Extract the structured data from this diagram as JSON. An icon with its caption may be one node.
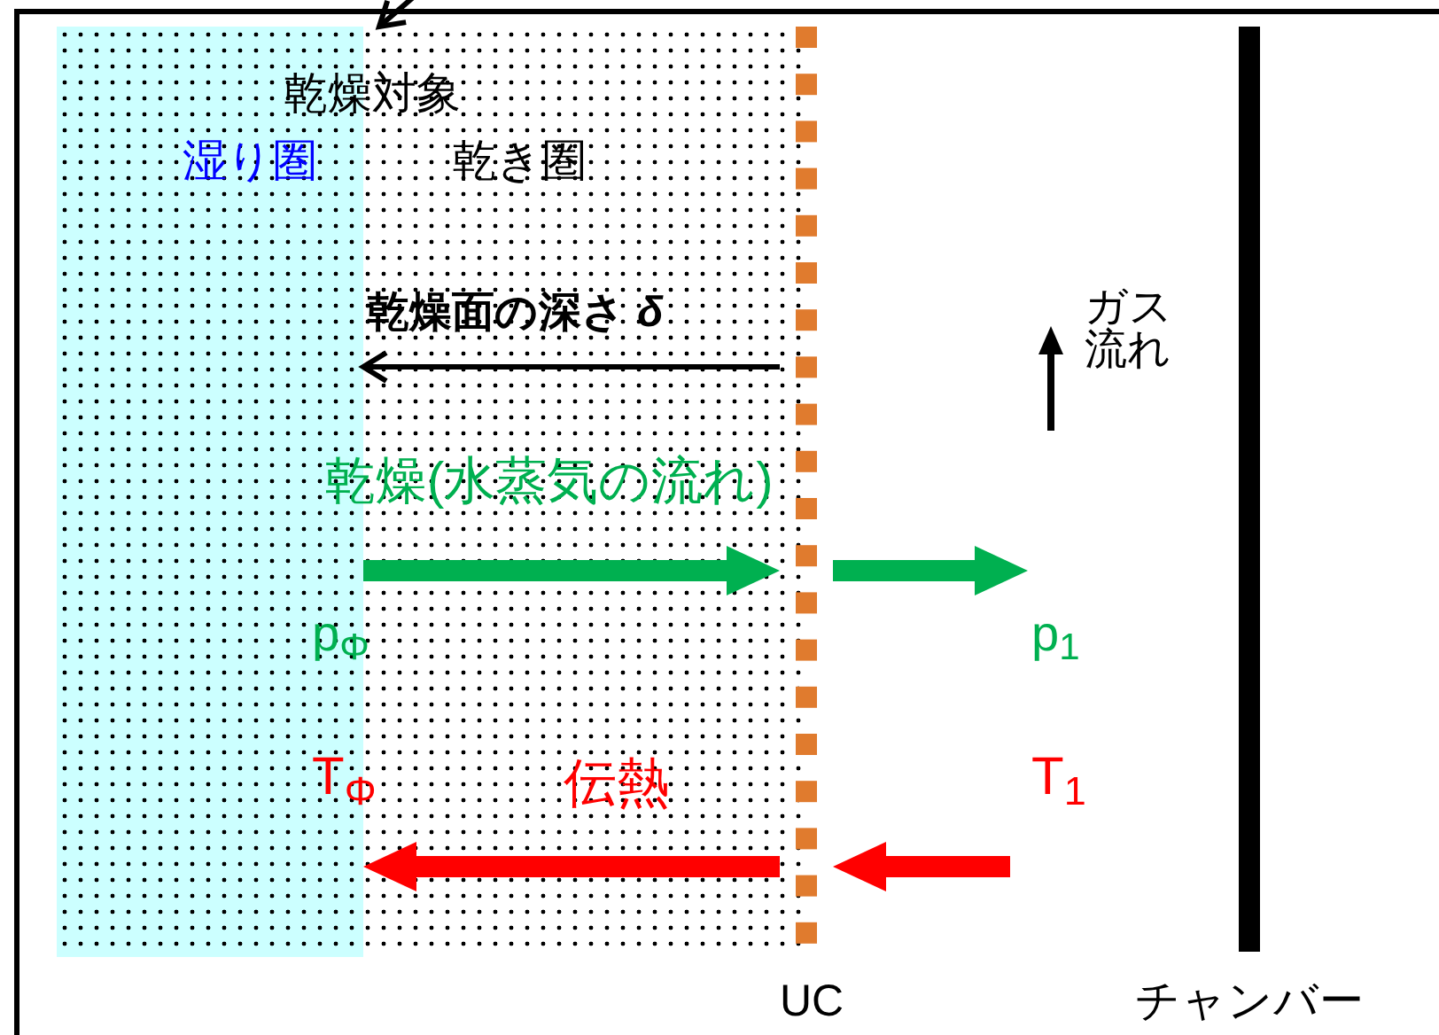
{
  "diagram": {
    "nodes": [
      {
        "text": [
          "乾燥対象"
        ]
      },
      {
        "text": [
          "湿り圏"
        ],
        "in": 0
      },
      {
        "text": [
          "乾き圏"
        ],
        "in": 0
      },
      {
        "text": [
          "UC"
        ]
      },
      {
        "text": [
          "チャンバー"
        ]
      }
    ],
    "edges": [
      {
        "from": null,
        "to": 0,
        "arrow": "to"
      },
      {
        "from": 3,
        "to": 1,
        "arrow": "to",
        "label": "乾燥面の深さ *δ*"
      },
      {
        "from": 1,
        "to": 3,
        "arrow": "to",
        "label": "乾燥(水蒸気の流れ)",
        "color": "#00b050"
      },
      {
        "from": 3,
        "to": null,
        "arrow": "to",
        "color": "#00b050"
      },
      {
        "from": 3,
        "to": 1,
        "arrow": "to",
        "label": "伝熱",
        "color": "#ff0000"
      },
      {
        "from": null,
        "to": 3,
        "arrow": "to",
        "color": "#ff0000"
      }
    ],
    "labels": [
      "ガス流れ",
      "p$_{Φ}$",
      "p$_{1}$",
      "T$_{Φ}$",
      "T$_{1}$"
    ]
  }
}
